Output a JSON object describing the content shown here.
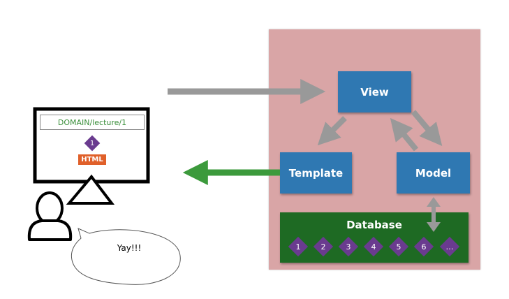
{
  "browser": {
    "url": "DOMAIN/lecture/1"
  },
  "page_badge": {
    "number": "1",
    "label": "HTML"
  },
  "speech": {
    "text": "Yay!!!"
  },
  "server": {
    "view_label": "View",
    "template_label": "Template",
    "model_label": "Model",
    "database_label": "Database",
    "records": [
      "1",
      "2",
      "3",
      "4",
      "5",
      "6",
      "…"
    ]
  },
  "colors": {
    "panel": "#d9a5a6",
    "box": "#2f78b2",
    "database": "#1e6a23",
    "record": "#6a3b8f",
    "html_badge": "#e0602a",
    "request_arrow": "#999999",
    "response_arrow": "#3c9a3c"
  }
}
